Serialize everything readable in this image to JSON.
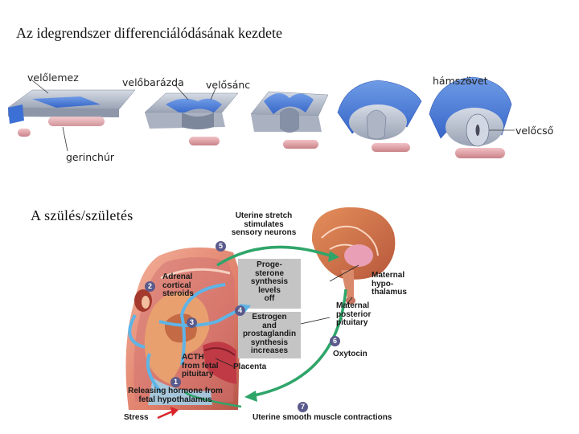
{
  "title": "Az idegrendszer differenciálódásának kezdete",
  "neural_tube": {
    "labels": {
      "neural_plate": "velőlemez",
      "neural_groove": "velőbarázda",
      "neural_fold": "velősánc",
      "notochord": "gerinchúr",
      "ectoderm": "hámszövet",
      "neural_tube": "velőcső"
    }
  },
  "birth": {
    "title": "A szülés/születés",
    "labels": {
      "uterine_stretch": "Uterine stretch\nstimulates\nsensory neurons",
      "progesterone": "Proge-\nsterone\nsynthesis\nlevels\noff",
      "estrogen": "Estrogen\nand\nprostaglandin\nsynthesis\nincreases",
      "adrenal": "Adrenal\ncortical\nsteroids",
      "acth": "ACTH\nfrom fetal\npituitary",
      "placenta": "Placenta",
      "releasing": "Releasing hormone from\nfetal hypothalamus",
      "stress": "Stress",
      "maternal_hypothalamus": "Maternal\nhypo-\nthalamus",
      "maternal_pituitary": "Maternal\nposterior\npituitary",
      "oxytocin": "Oxytocin",
      "contractions": "Uterine smooth muscle contractions"
    },
    "steps": [
      "1",
      "2",
      "3",
      "4",
      "5",
      "6",
      "7"
    ],
    "colors": {
      "green_arrow": "#2fa56a",
      "blue_arrow": "#5fb4e6",
      "red_arrow": "#d8242a",
      "box": "#c4c4c4",
      "badge": "#5a5a8c"
    }
  }
}
